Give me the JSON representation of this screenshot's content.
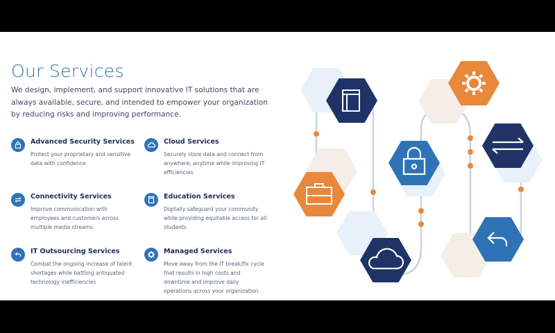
{
  "title": "Our Services",
  "intro": "We design, implement, and support innovative IT solutions that are always available, secure, and intended to empower your organization by reducing risks and improving performance.",
  "services": [
    {
      "title": "Advanced Security Services",
      "desc": "Protect your proprietary and sensitive data with confidence",
      "icon": "lock-icon"
    },
    {
      "title": "Cloud Services",
      "desc": "Securely store data and connect from anywhere, anytime while improving IT efficiencies",
      "icon": "cloud-icon"
    },
    {
      "title": "Connectivity Services",
      "desc": "Improve communication with employees and customers across multiple media streams",
      "icon": "arrows-icon"
    },
    {
      "title": "Education Services",
      "desc": "Digitally safeguard your community while providing equitable access for all students",
      "icon": "book-icon"
    },
    {
      "title": "IT Outsourcing Services",
      "desc": "Combat the ongoing increase of talent shortages while battling antiquated technology inefficiencies",
      "icon": "reply-icon"
    },
    {
      "title": "Managed Services",
      "desc": "Move away from the IT break/fix cycle that results in high costs and downtime and improve daily operations across your organization",
      "icon": "gear-icon"
    }
  ],
  "colors": {
    "navy": "#1f3366",
    "blue": "#2f73b6",
    "orange": "#e8883a",
    "beige": "#f5eee6",
    "light": "#e8f0fa"
  }
}
